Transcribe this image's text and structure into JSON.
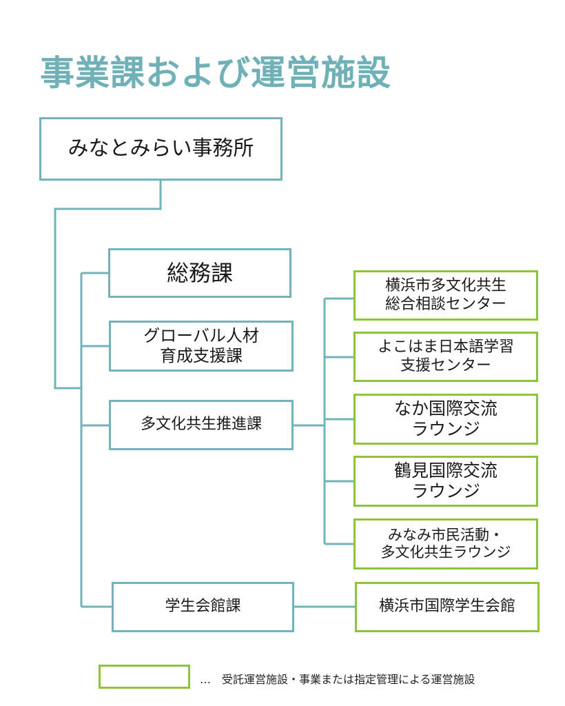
{
  "title": "事業課および運営施設",
  "root": {
    "label": "みなとみらい事務所"
  },
  "departments": [
    {
      "id": "somu",
      "lines": [
        "総務課"
      ]
    },
    {
      "id": "global",
      "lines": [
        "グローバル人材",
        "育成支援課"
      ]
    },
    {
      "id": "tabunka",
      "lines": [
        "多文化共生推進課"
      ]
    },
    {
      "id": "gakusei",
      "lines": [
        "学生会館課"
      ]
    }
  ],
  "facilities": [
    {
      "id": "soudan",
      "parent": "tabunka",
      "lines": [
        "横浜市多文化共生",
        "総合相談センター"
      ]
    },
    {
      "id": "nihongo",
      "parent": "tabunka",
      "lines": [
        "よこはま日本語学習",
        "支援センター"
      ]
    },
    {
      "id": "naka",
      "parent": "tabunka",
      "lines": [
        "なか国際交流",
        "ラウンジ"
      ]
    },
    {
      "id": "tsurumi",
      "parent": "tabunka",
      "lines": [
        "鶴見国際交流",
        "ラウンジ"
      ]
    },
    {
      "id": "minami",
      "parent": "tabunka",
      "lines": [
        "みなみ市民活動・",
        "多文化共生ラウンジ"
      ]
    },
    {
      "id": "kaikan",
      "parent": "gakusei",
      "lines": [
        "横浜市国際学生会館"
      ]
    }
  ],
  "legend": {
    "text": "…　受託運営施設・事業または指定管理による運営施設"
  },
  "colors": {
    "title": "#6fb1b7",
    "department_border": "#72b3b9",
    "facility_border": "#8cc43c",
    "connector": "#72b3b9"
  }
}
